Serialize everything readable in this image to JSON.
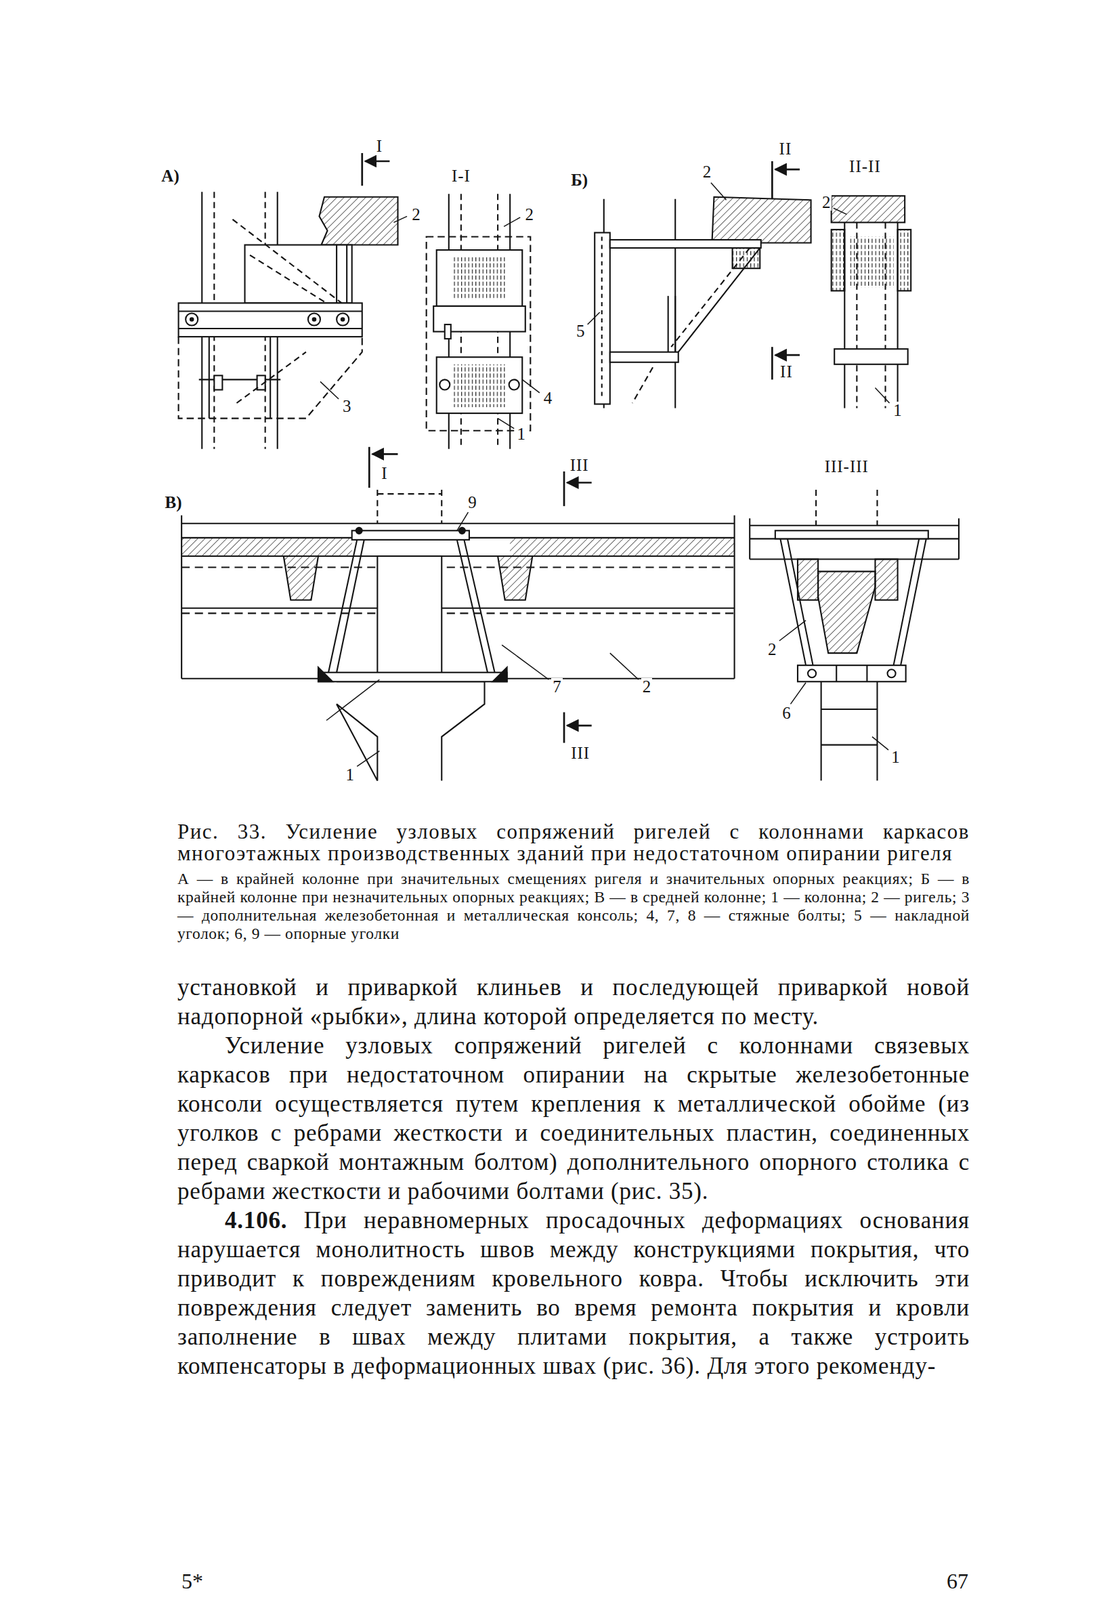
{
  "diagram": {
    "caption": "Рис. 33. Усиление узловых сопряжений ригелей с колоннами каркасов многоэтажных производственных зданий при недостаточном опирании ригеля",
    "labels": [
      "А)",
      "I",
      "I-I",
      "2",
      "2",
      "3",
      "4",
      "1",
      "Б)",
      "2",
      "II",
      "II-II",
      "2",
      "5",
      "II",
      "1",
      "В)",
      "I",
      "III",
      "III-III",
      "9",
      "7",
      "2",
      "1",
      "III",
      "2",
      "6",
      "1",
      "А — в крайней колонне при значительных смещениях ригеля и значительных опорных реакциях; Б — в крайней колонне при незначительных опорных реакциях; В — в средней колонне; 1 — колонна; 2 — ригель; 3 — дополнительная железобетонная и металлическая консоль; 4, 7, 8 — стяжные болты; 5 — накладной уголок; 6, 9 — опорные уголки",
      "установкой и приваркой клиньев и последующей приваркой новой надопорной «рыбки», длина которой определяется по месту.",
      "Усиление узловых сопряжений ригелей с колоннами связевых каркасов при недостаточном опирании на скрытые железобетонные консоли осуществляется путем крепления к металлической обойме (из уголков с ребрами жесткости и соединительных пластин, соединенных перед сваркой монтажным болтом) дополнительного опорного столика с ребрами жесткости и рабочими болтами (рис. 35).",
      "4.106.",
      "При неравномерных просадочных деформациях основания нарушается монолитность швов между конструкциями покрытия, что приводит к повреждениям кровельного ковра. Чтобы исключить эти повреждения следует заменить во время ремонта покрытия и кровли заполнение в швах между плитами покрытия, а также устроить компенсаторы в деформационных швах (рис. 36). Для этого рекоменду-",
      "5*",
      "67"
    ]
  }
}
